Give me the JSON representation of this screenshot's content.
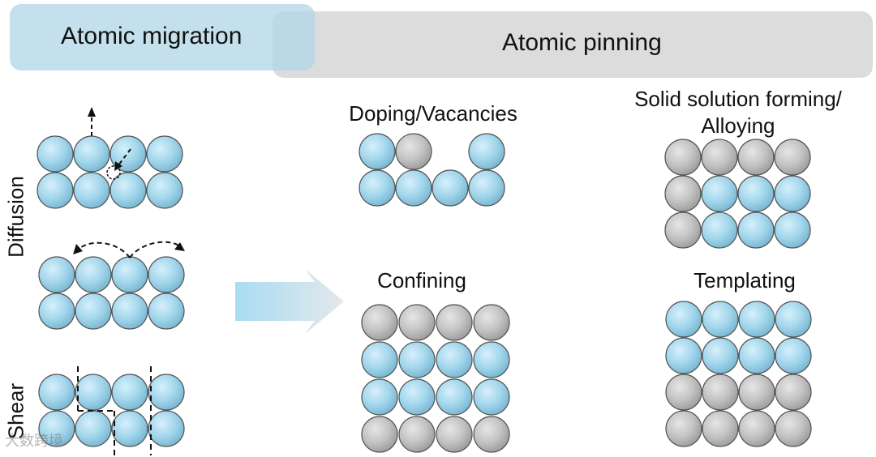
{
  "headers": {
    "migration": "Atomic migration",
    "pinning": "Atomic pinning"
  },
  "left_labels": {
    "diffusion": "Diffusion",
    "shear": "Shear"
  },
  "panels": {
    "doping": "Doping/Vacancies",
    "solid_line1": "Solid solution forming/",
    "solid_line2": "Alloying",
    "confining": "Confining",
    "templating": "Templating"
  },
  "watermark": "大数跨境",
  "colors": {
    "host_atom": "#9fd3ea",
    "foreign_atom": "#c2c2c2",
    "migration_banner": "#b4d7e8",
    "pinning_banner": "#dcdcdc"
  },
  "atom_patterns": {
    "diffusion_vacancy": [
      "BBBB",
      "BBBB"
    ],
    "diffusion_hop": [
      "BBBB",
      "BBBB"
    ],
    "shear": [
      "BBBB",
      "BBBB"
    ],
    "doping": [
      "BG.B",
      "BBBB"
    ],
    "solid_solution": [
      "GGGG",
      "GBBB",
      "GBBB"
    ],
    "confining": [
      "GGGG",
      "BBBB",
      "BBBB",
      "GGGG"
    ],
    "templating": [
      "BBBB",
      "BBBB",
      "GGGG",
      "GGGG"
    ]
  }
}
